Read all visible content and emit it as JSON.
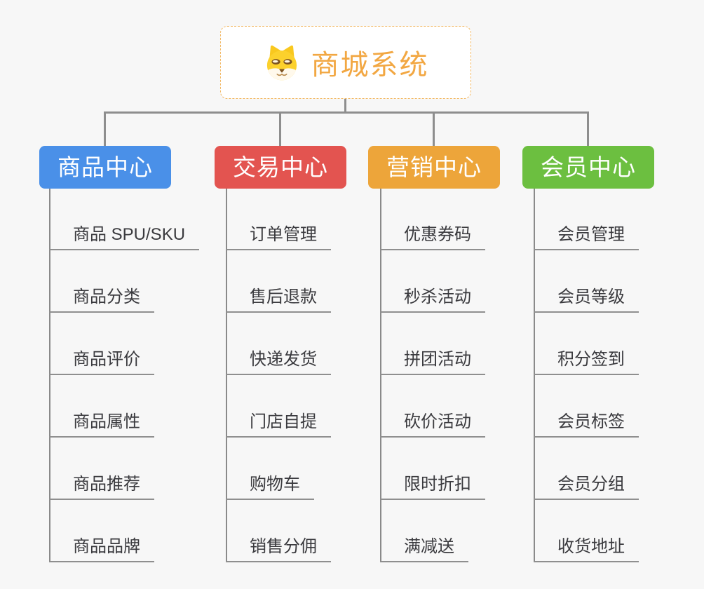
{
  "root": {
    "title": "商城系统",
    "title_color": "#f2a742",
    "icon": "dog-face-icon",
    "border_color": "#f2b863"
  },
  "connector_color": "#8e8e8e",
  "leaf_underline_color": "#8f8f8f",
  "background_color": "#f7f7f7",
  "branches": [
    {
      "label": "商品中心",
      "color": "#4a90e8",
      "children": [
        "商品 SPU/SKU",
        "商品分类",
        "商品评价",
        "商品属性",
        "商品推荐",
        "商品品牌"
      ]
    },
    {
      "label": "交易中心",
      "color": "#e35450",
      "children": [
        "订单管理",
        "售后退款",
        "快递发货",
        "门店自提",
        "购物车",
        "销售分佣"
      ]
    },
    {
      "label": "营销中心",
      "color": "#eda53a",
      "children": [
        "优惠券码",
        "秒杀活动",
        "拼团活动",
        "砍价活动",
        "限时折扣",
        "满减送"
      ]
    },
    {
      "label": "会员中心",
      "color": "#6cbf40",
      "children": [
        "会员管理",
        "会员等级",
        "积分签到",
        "会员标签",
        "会员分组",
        "收货地址"
      ]
    }
  ]
}
